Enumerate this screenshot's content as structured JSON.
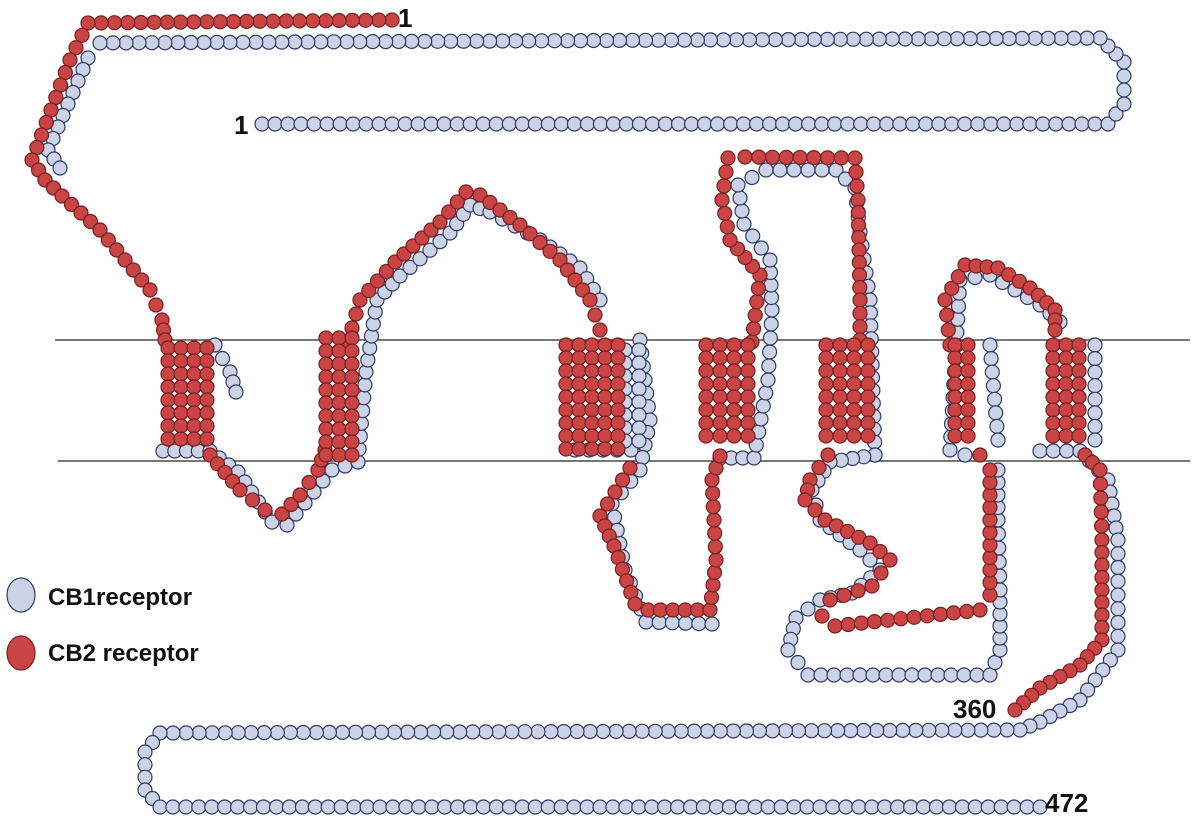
{
  "colors": {
    "cb1": "#cdd3e6",
    "cb2": "#c94444"
  },
  "legend": {
    "cb1": "CB1receptor",
    "cb2": "CB2 receptor"
  },
  "labels": {
    "cb2_n_terminus": "1",
    "cb1_n_terminus": "1",
    "cb2_c_terminus": "360",
    "cb1_c_terminus": "472"
  }
}
